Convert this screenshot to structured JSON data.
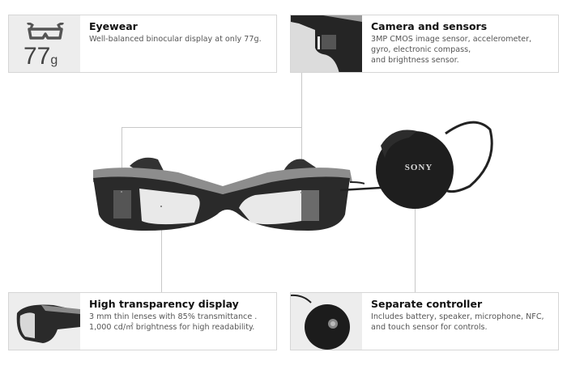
{
  "features": [
    {
      "id": "eyewear",
      "title": "Eyewear",
      "description": "Well-balanced binocular display at only 77g.",
      "badge_value": "77",
      "badge_unit": "g",
      "icon": "glasses-icon"
    },
    {
      "id": "camera",
      "title": "Camera and sensors",
      "description": "3MP CMOS image sensor,  accelerometer,\ngyro, electronic compass,\nand brightness sensor.",
      "icon": "camera-closeup-image"
    },
    {
      "id": "display",
      "title": "High transparency display",
      "description": "3 mm thin lenses with 85% transmittance .\n1,000 cd/㎡ brightness for high readability.",
      "icon": "lens-closeup-image"
    },
    {
      "id": "controller",
      "title": "Separate controller",
      "description": "Includes battery, speaker, microphone, NFC,\nand touch sensor for controls.",
      "icon": "controller-closeup-image"
    }
  ],
  "product": {
    "controller_brand": "SONY"
  },
  "colors": {
    "box_border": "#d6d6d6",
    "thumb_bg": "#ededed",
    "line": "#c8c8c8",
    "frame": "#2a2a2a"
  }
}
